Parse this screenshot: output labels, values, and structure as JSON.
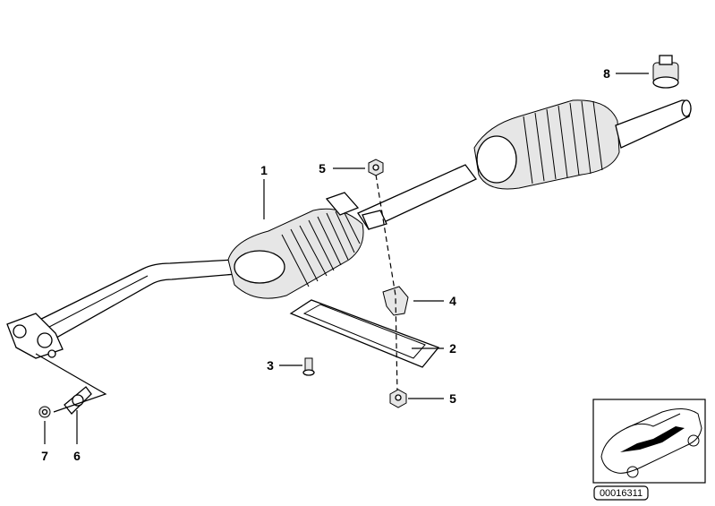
{
  "diagram": {
    "callouts": [
      {
        "id": "callout-1",
        "number": "1"
      },
      {
        "id": "callout-5-top",
        "number": "5"
      },
      {
        "id": "callout-4",
        "number": "4"
      },
      {
        "id": "callout-2",
        "number": "2"
      },
      {
        "id": "callout-3",
        "number": "3"
      },
      {
        "id": "callout-5-bottom",
        "number": "5"
      },
      {
        "id": "callout-7",
        "number": "7"
      },
      {
        "id": "callout-6",
        "number": "6"
      },
      {
        "id": "callout-8",
        "number": "8"
      }
    ],
    "part_number": "00016311"
  }
}
